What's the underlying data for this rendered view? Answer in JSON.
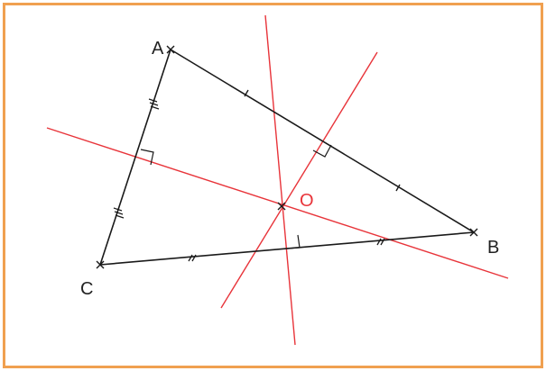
{
  "labels": {
    "A": "A",
    "B": "B",
    "C": "C",
    "O": "O"
  },
  "colors": {
    "frame": "#f0a050",
    "triangle": "#1a1a1a",
    "bisector": "#e8343a",
    "label": "#222222",
    "center_label": "#e8343a"
  }
}
